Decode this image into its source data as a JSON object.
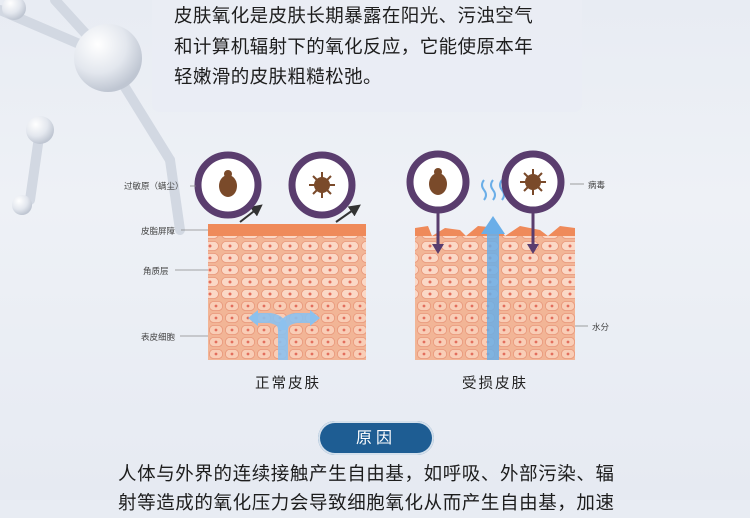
{
  "intro": {
    "lines": [
      "皮肤氧化是皮肤长期暴露在阳光、污浊空气",
      "和计算机辐射下的氧化反应，它能使原本年",
      "轻嫩滑的皮肤粗糙松弛。"
    ]
  },
  "diagram": {
    "labels": {
      "allergen": "过敏原（螨尘）",
      "lipid": "皮脂屏障",
      "stratum": "角质层",
      "epidermis": "表皮细胞",
      "virus": "病毒",
      "water": "水分"
    },
    "captions": {
      "normal": "正常皮肤",
      "damaged": "受损皮肤"
    }
  },
  "cause": {
    "title": "原因",
    "lines": [
      "人体与外界的连续接触产生自由基，如呼吸、外部污染、辐",
      "射等造成的氧化压力会导致细胞氧化从而产生自由基，加速"
    ]
  },
  "colors": {
    "accent": "#1e5d93",
    "ring": "#5a3d6e",
    "skin": "#f2b596",
    "cell": "#fbd8c6",
    "barrier": "#ef8a5a",
    "arrow": "#6aaee8"
  }
}
